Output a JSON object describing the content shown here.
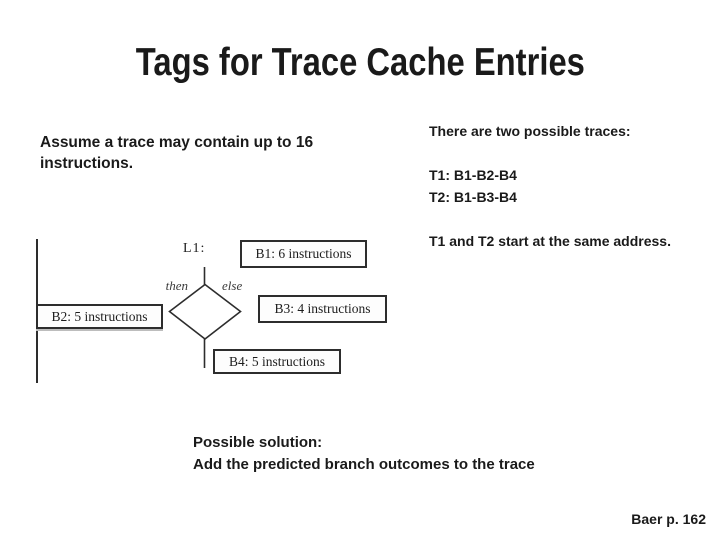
{
  "slide": {
    "title": "Tags for Trace Cache Entries",
    "assumption_note": "Assume a trace may contain up to 16 instructions.",
    "traces_panel": {
      "heading": "There are two possible traces:",
      "trace1": "T1: B1-B2-B4",
      "trace2": "T2: B1-B3-B4",
      "note": "T1 and T2 start at the same address."
    },
    "diagram": {
      "entry_label": "L1:",
      "then_label": "then",
      "else_label": "else",
      "blocks": [
        {
          "id": "B1",
          "label": "B1: 6 instructions"
        },
        {
          "id": "B2",
          "label": "B2: 5 instructions"
        },
        {
          "id": "B3",
          "label": "B3: 4 instructions"
        },
        {
          "id": "B4",
          "label": "B4: 5 instructions"
        }
      ]
    },
    "solution": {
      "heading": "Possible solution:",
      "body": "Add the predicted branch outcomes to the trace"
    },
    "footer_reference": "Baer p. 162"
  },
  "colors": {
    "text": "#1a1a1a",
    "diagram_ink": "#2d2d2d",
    "background": "#ffffff"
  }
}
